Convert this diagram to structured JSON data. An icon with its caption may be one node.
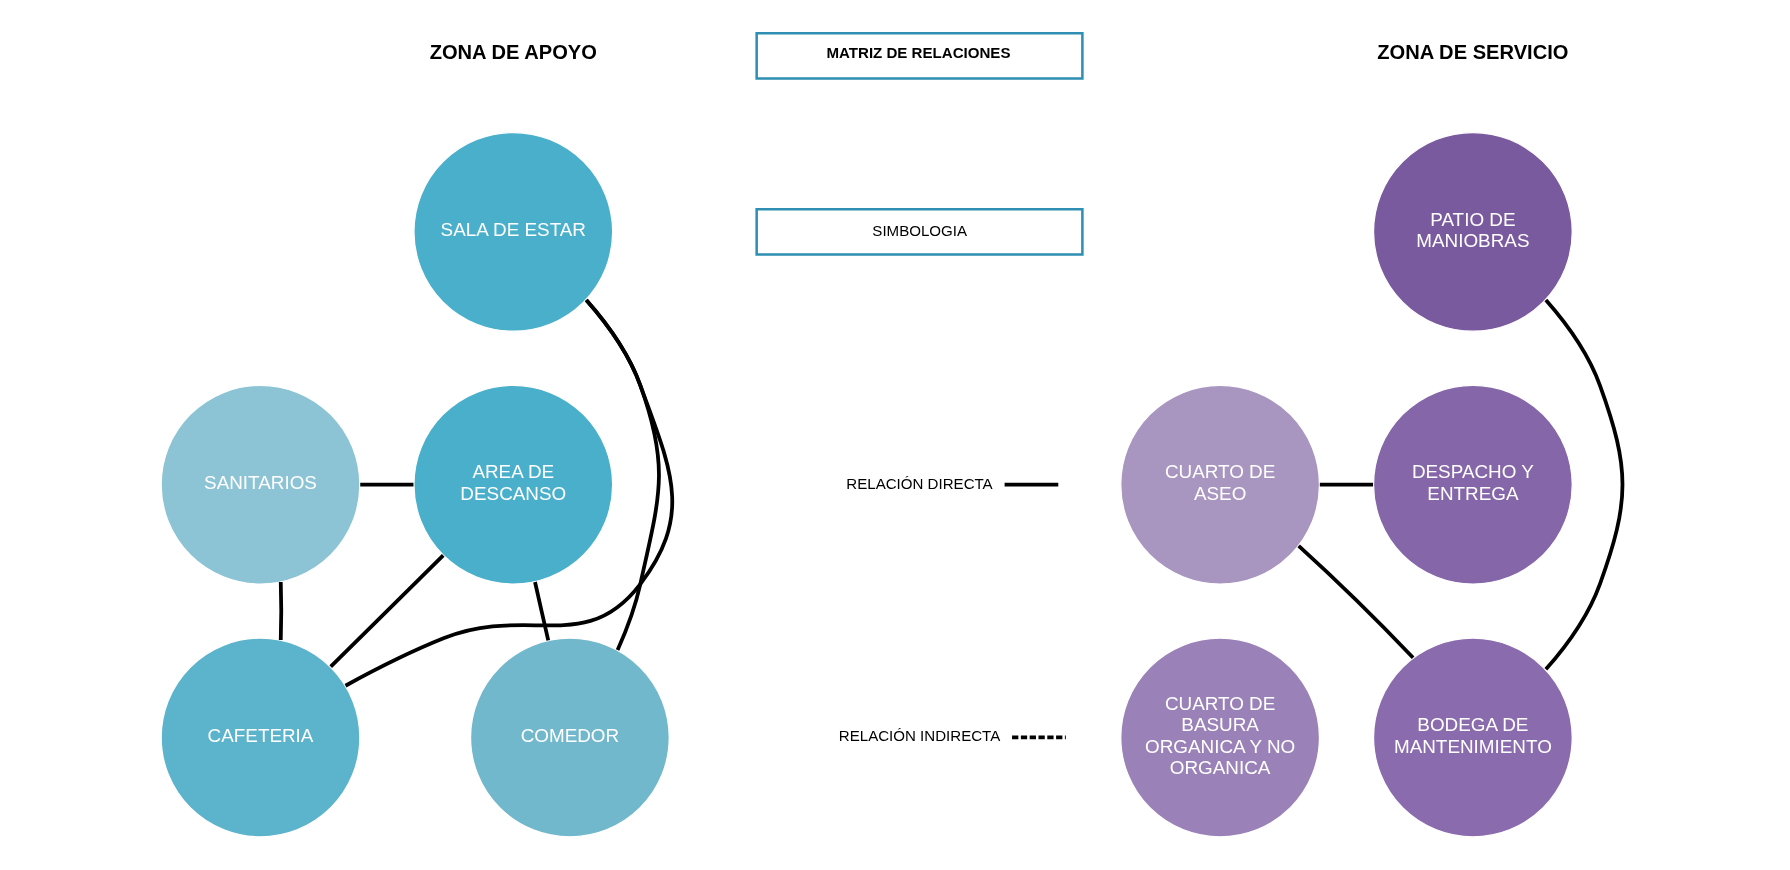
{
  "diagram": {
    "nodes": [
      {
        "text": [
          "SALA DE ESTAR"
        ]
      },
      {
        "text": [
          "SANITARIOS"
        ]
      },
      {
        "text": [
          "AREA DE DESCANSO"
        ]
      },
      {
        "text": [
          "COMEDOR"
        ]
      },
      {
        "text": [
          "CAFETERIA"
        ]
      },
      {
        "text": [
          "PATIO DE MANIOBRAS"
        ]
      },
      {
        "text": [
          "CUARTO DE ASEO"
        ]
      },
      {
        "text": [
          "DESPACHO Y ENTREGA"
        ]
      },
      {
        "text": [
          "CUARTO DE BASURA ORGANICA Y NO ORGANICA"
        ]
      },
      {
        "text": [
          "BODEGA DE MANTENIMIENTO"
        ]
      }
    ],
    "edges": [
      {
        "from": 0,
        "to": 3,
        "arrow": "none"
      },
      {
        "from": 0,
        "to": 4,
        "arrow": "none"
      },
      {
        "from": 1,
        "to": 2,
        "arrow": "none"
      },
      {
        "from": 1,
        "to": 4,
        "arrow": "none"
      },
      {
        "from": 2,
        "to": 3,
        "arrow": "none"
      },
      {
        "from": 2,
        "to": 4,
        "arrow": "none"
      },
      {
        "from": 5,
        "to": 9,
        "arrow": "none"
      },
      {
        "from": 6,
        "to": 7,
        "arrow": "none"
      },
      {
        "from": 6,
        "to": 9,
        "arrow": "none"
      }
    ],
    "labels": [
      "ZONA DE APOYO",
      "MATRIZ DE RELACIONES",
      "SIMBOLOGIA",
      "ZONA DE SERVICIO"
    ],
    "legend": [
      {
        "text": "RELACIÓN DIRECTA"
      },
      {
        "text": "RELACIÓN INDIRECTA"
      }
    ]
  }
}
